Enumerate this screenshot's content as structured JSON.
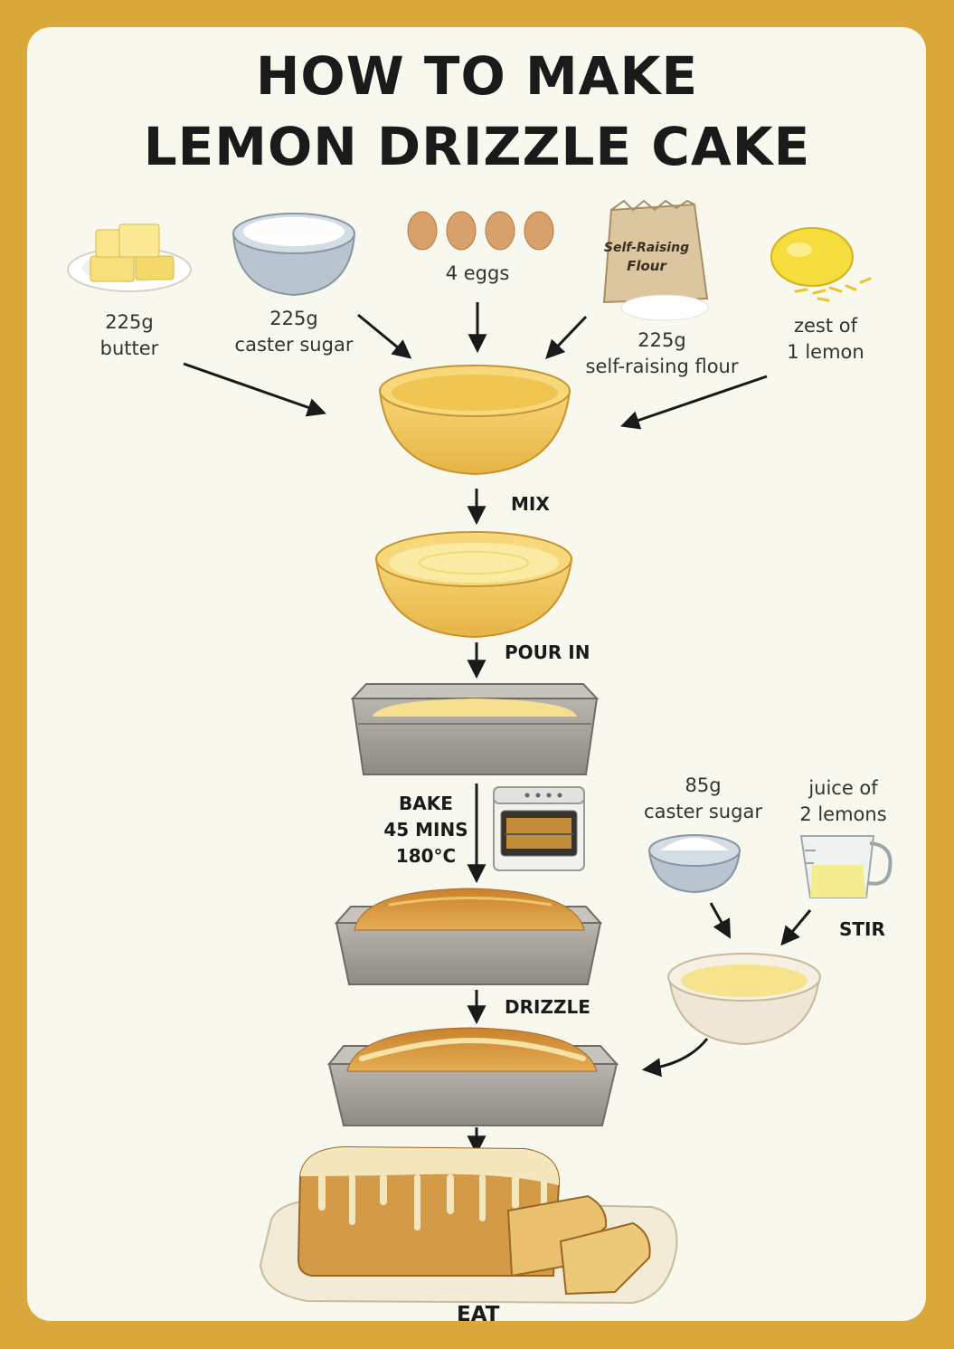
{
  "title": {
    "line1": "HOW TO MAKE",
    "line2": "LEMON DRIZZLE CAKE"
  },
  "ingredients": [
    {
      "qty": "225g",
      "name": "butter",
      "icon": "butter-icon"
    },
    {
      "qty": "225g",
      "name": "caster sugar",
      "icon": "sugar-bowl-icon"
    },
    {
      "qty": "",
      "name": "4 eggs",
      "icon": "eggs-icon"
    },
    {
      "qty": "225g",
      "name": "self-raising flour",
      "icon": "flour-bag-icon",
      "bag_label_1": "Self-Raising",
      "bag_label_2": "Flour"
    },
    {
      "qty": "zest of",
      "name": "1 lemon",
      "icon": "lemon-icon"
    }
  ],
  "drizzle_ingredients": [
    {
      "qty": "85g",
      "name": "caster sugar",
      "icon": "sugar-bowl-icon"
    },
    {
      "qty": "juice of",
      "name": "2 lemons",
      "icon": "measuring-jug-icon"
    }
  ],
  "steps": {
    "mix": "MIX",
    "pour": "POUR IN",
    "bake_1": "BAKE",
    "bake_2": "45 MINS",
    "bake_3": "180°C",
    "drizzle": "DRIZZLE",
    "stir": "STIR",
    "eat": "EAT"
  },
  "colors": {
    "border": "#d9a73a",
    "card": "#f9f8ee",
    "bowl": "#f2c95c",
    "batter": "#f7e39a",
    "tin": "#a3a09a",
    "cake": "#d1913a",
    "text": "#1a1a1a"
  }
}
